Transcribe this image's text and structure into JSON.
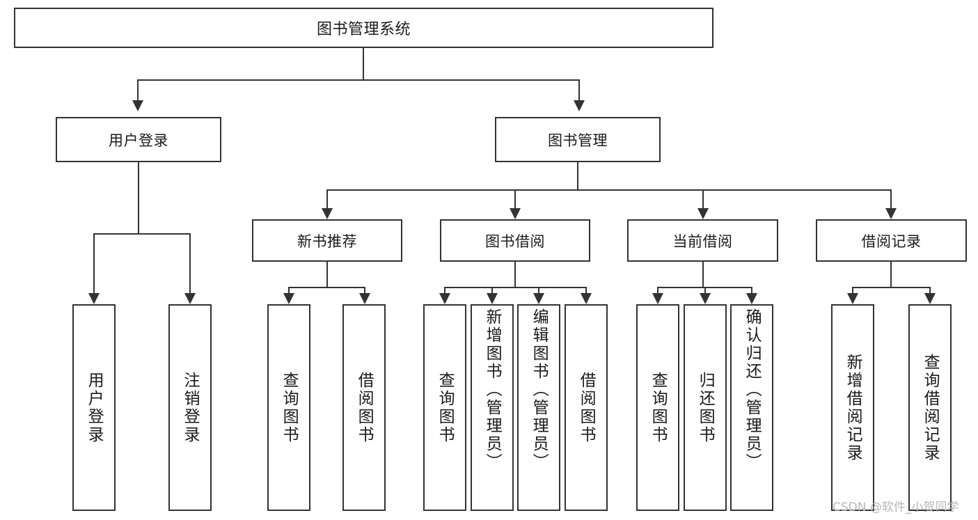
{
  "diagram": {
    "title": "图书管理系统",
    "type": "function-structure-tree",
    "watermark": "CSDN @软件_小贺同学",
    "colors": {
      "box_border": "#333333",
      "box_fill": "#ffffff",
      "connector": "#333333",
      "text": "#1a1a1a",
      "watermark": "#b8b8b8",
      "background": "#ffffff"
    },
    "level2": [
      {
        "label": "用户登录"
      },
      {
        "label": "图书管理"
      }
    ],
    "level3": [
      {
        "label": "新书推荐"
      },
      {
        "label": "图书借阅"
      },
      {
        "label": "当前借阅"
      },
      {
        "label": "借阅记录"
      }
    ],
    "leaves": {
      "user_login": [
        {
          "label": "用户登录"
        },
        {
          "label": "注销登录"
        }
      ],
      "new_book_recommend": [
        {
          "label": "查询图书"
        },
        {
          "label": "借阅图书"
        }
      ],
      "book_borrow": [
        {
          "label": "查询图书"
        },
        {
          "label": "新增图书（管理员）"
        },
        {
          "label": "编辑图书（管理员）"
        },
        {
          "label": "借阅图书"
        }
      ],
      "current_borrow": [
        {
          "label": "查询图书"
        },
        {
          "label": "归还图书"
        },
        {
          "label": "确认归还（管理员）"
        }
      ],
      "borrow_record": [
        {
          "label": "新增借阅记录"
        },
        {
          "label": "查询借阅记录"
        }
      ]
    }
  }
}
